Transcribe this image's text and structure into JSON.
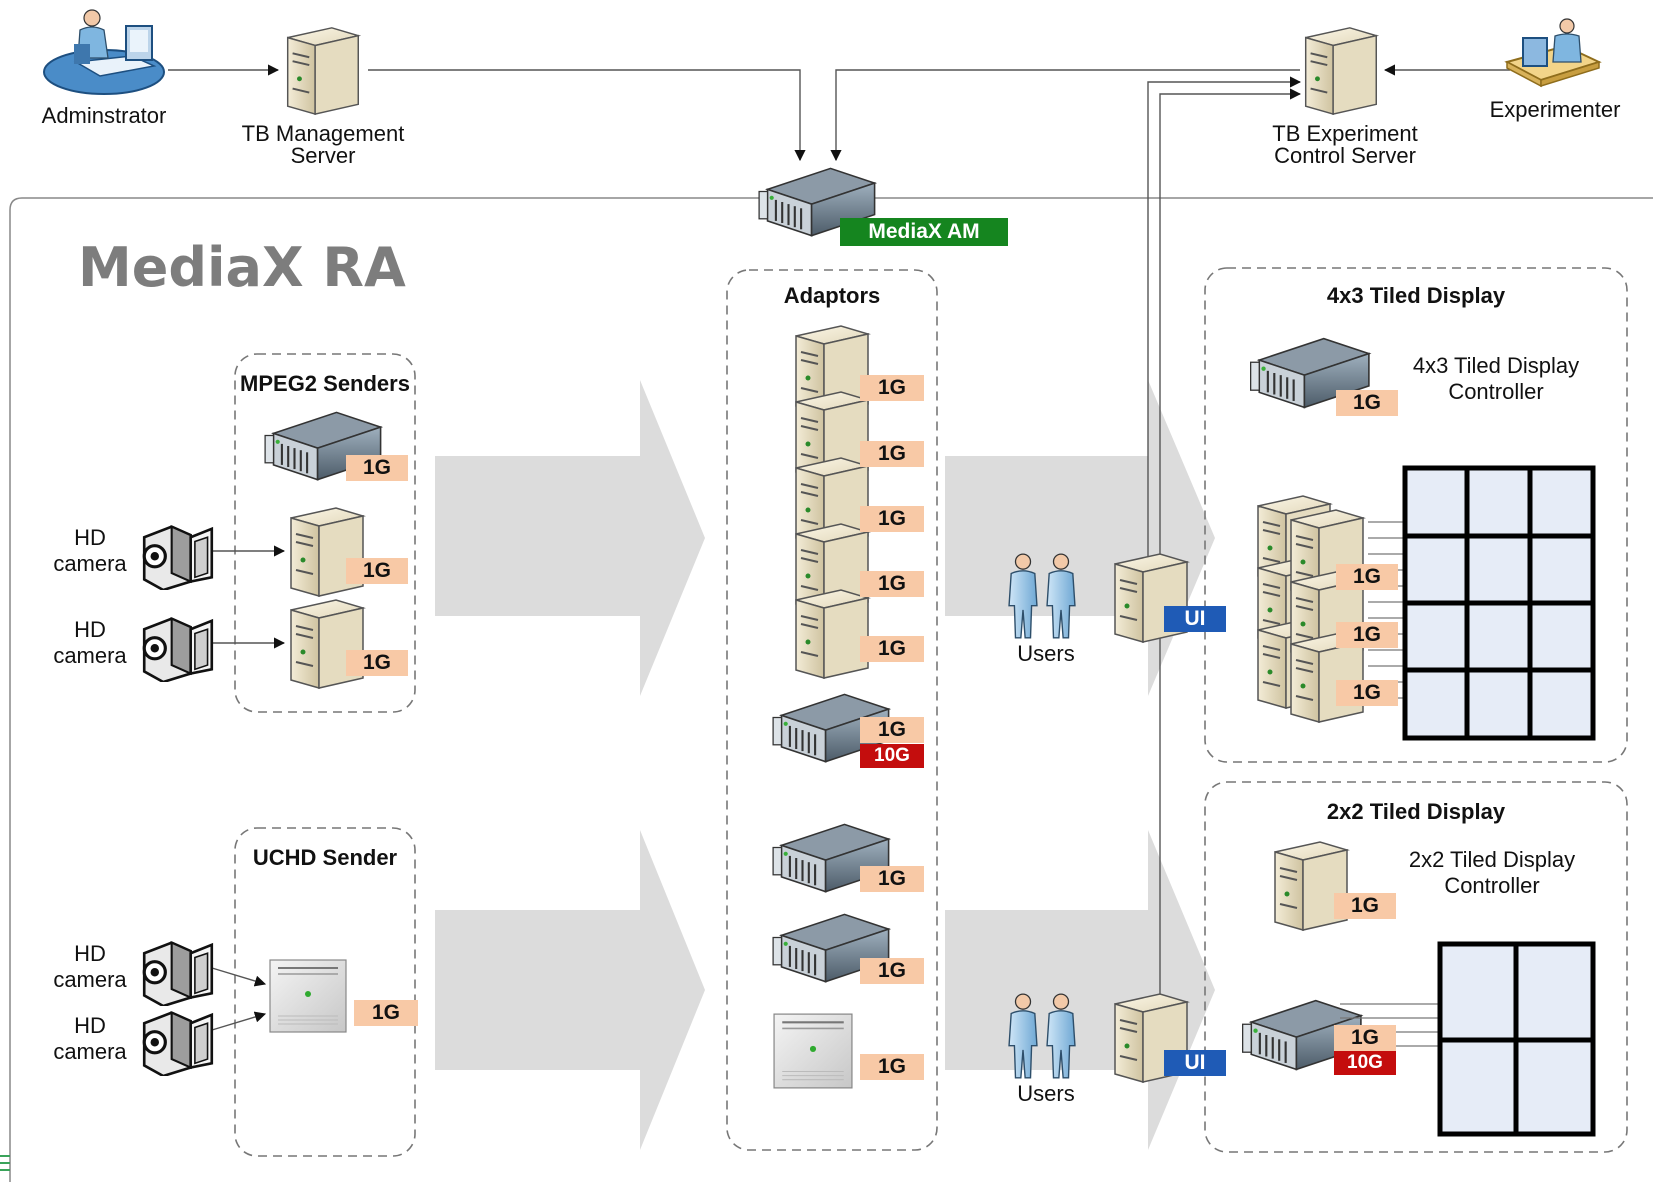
{
  "title": "MediaX RA",
  "top": {
    "administrator": "Adminstrator",
    "tb_mgmt": [
      "TB Management",
      "Server"
    ],
    "tb_exp": [
      "TB Experiment",
      "Control Server"
    ],
    "experimenter": "Experimenter",
    "mediax_am": "MediaX AM"
  },
  "mpeg2": {
    "title": "MPEG2 Senders",
    "cam1": [
      "HD",
      "camera"
    ],
    "cam2": [
      "HD",
      "camera"
    ],
    "badges": [
      "1G",
      "1G",
      "1G"
    ]
  },
  "uchd": {
    "title": "UCHD Sender",
    "cam1": [
      "HD",
      "camera"
    ],
    "cam2": [
      "HD",
      "camera"
    ],
    "badge": "1G"
  },
  "adaptors": {
    "title": "Adaptors",
    "badges_1g": [
      "1G",
      "1G",
      "1G",
      "1G",
      "1G",
      "1G",
      "1G",
      "1G",
      "1G"
    ],
    "badge_10g": "10G"
  },
  "users": {
    "label_top": "Users",
    "label_bottom": "Users",
    "ui_top": "UI",
    "ui_bottom": "UI"
  },
  "tiled4x3": {
    "title": "4x3 Tiled Display",
    "controller": [
      "4x3 Tiled Display",
      "Controller"
    ],
    "controller_badge": "1G",
    "badges": [
      "1G",
      "1G",
      "1G"
    ]
  },
  "tiled2x2": {
    "title": "2x2 Tiled Display",
    "controller": [
      "2x2 Tiled Display",
      "Controller"
    ],
    "controller_badge": "1G",
    "node_badge_1g": "1G",
    "node_badge_10g": "10G"
  },
  "colors": {
    "badge_1g": "#f8c9a6",
    "badge_10g": "#c40d0d",
    "badge_ui": "#1f5bb6",
    "badge_am": "#15851f",
    "screen": "#e6ecf7"
  }
}
